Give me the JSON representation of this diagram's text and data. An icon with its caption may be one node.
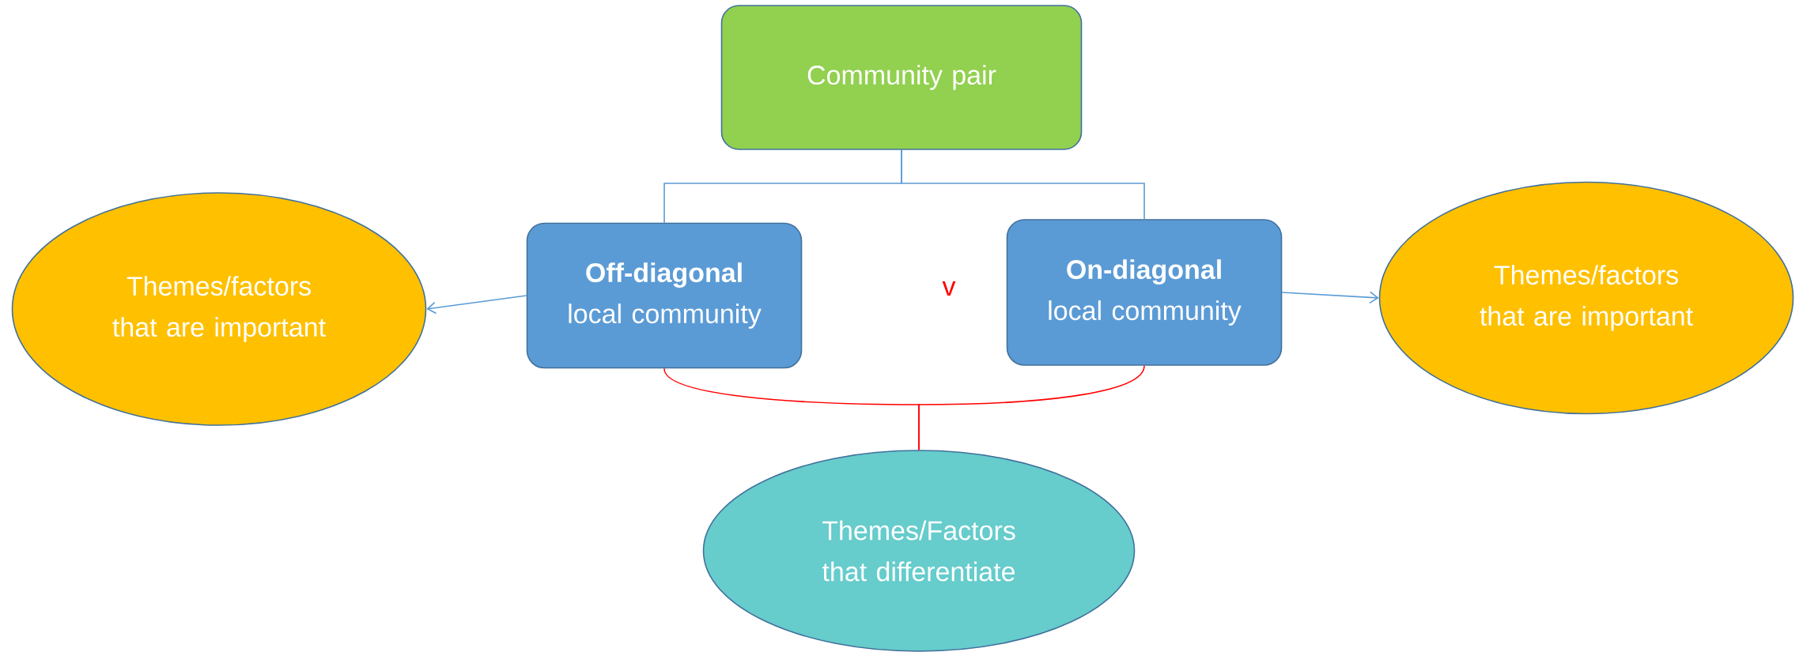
{
  "diagram": {
    "nodes": [
      {
        "text": [
          "Community pair"
        ]
      },
      {
        "text": [
          "**Off-diagonal** local community"
        ]
      },
      {
        "text": [
          "**On-diagonal** local community"
        ]
      },
      {
        "text": [
          "Themes/factors that are important"
        ]
      },
      {
        "text": [
          "Themes/factors that are important"
        ]
      },
      {
        "text": [
          "Themes/Factors that differentiate"
        ]
      }
    ],
    "edges": [
      {
        "from": 0,
        "to": 1,
        "arrow": "none"
      },
      {
        "from": 0,
        "to": 2,
        "arrow": "none"
      },
      {
        "from": 1,
        "to": 3,
        "arrow": "to"
      },
      {
        "from": 2,
        "to": 4,
        "arrow": "to"
      },
      {
        "from": 1,
        "to": 5,
        "arrow": "none",
        "color": "#ff0000"
      },
      {
        "from": 2,
        "to": 5,
        "arrow": "none",
        "color": "#ff0000"
      }
    ],
    "labels": [
      "v"
    ]
  }
}
